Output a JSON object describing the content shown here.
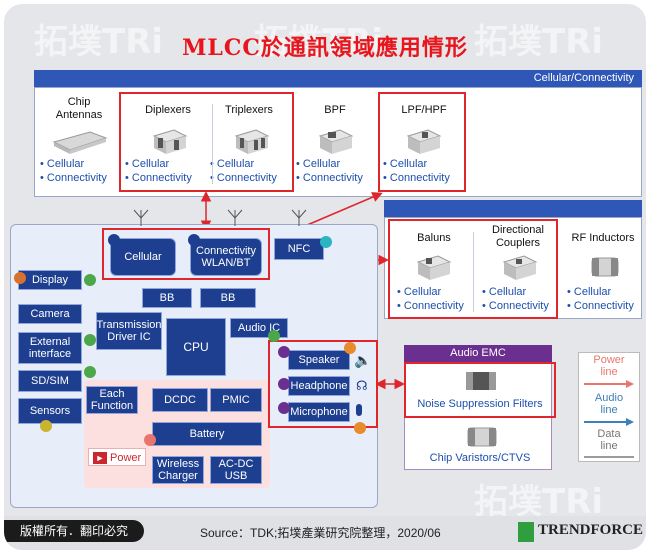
{
  "title": "MLCC於通訊領域應用情形",
  "watermark": "拓墣TRi",
  "cellular_bar": "Cellular/Connectivity",
  "components_top": [
    {
      "name": "Chip\nAntennas",
      "apps": [
        "Cellular",
        "Connectivity"
      ]
    },
    {
      "name": "Diplexers",
      "apps": [
        "Cellular",
        "Connectivity"
      ]
    },
    {
      "name": "Triplexers",
      "apps": [
        "Cellular",
        "Connectivity"
      ]
    },
    {
      "name": "BPF",
      "apps": [
        "Cellular",
        "Connectivity"
      ]
    },
    {
      "name": "LPF/HPF",
      "apps": [
        "Cellular",
        "Connectivity"
      ]
    }
  ],
  "components_mid": [
    {
      "name": "Baluns",
      "apps": [
        "Cellular",
        "Connectivity"
      ]
    },
    {
      "name": "Directional\nCouplers",
      "apps": [
        "Cellular",
        "Connectivity"
      ]
    },
    {
      "name": "RF Inductors",
      "apps": [
        "Cellular",
        "Connectivity"
      ]
    }
  ],
  "block": {
    "cellular": "Cellular",
    "connectivity": "Connectivity\nWLAN/BT",
    "nfc": "NFC",
    "bb1": "BB",
    "bb2": "BB",
    "transmission": "Transmission\nDriver IC",
    "cpu": "CPU",
    "audio_ic": "Audio IC",
    "display": "Display",
    "camera": "Camera",
    "external": "External\ninterface",
    "sdsim": "SD/SIM",
    "sensors": "Sensors",
    "each_function": "Each\nFunction",
    "dcdc": "DCDC",
    "pmic": "PMIC",
    "battery": "Battery",
    "power": "Power",
    "wireless": "Wireless\nCharger",
    "acdc": "AC-DC\nUSB",
    "speaker": "Speaker",
    "headphone": "Headphone",
    "microphone": "Microphone"
  },
  "audio_emc": {
    "bar": "Audio EMC",
    "noise": "Noise Suppression Filters",
    "varistor": "Chip Varistors/CTVS"
  },
  "legend": {
    "power": "Power\nline",
    "audio": "Audio\nline",
    "data": "Data\nline"
  },
  "colors": {
    "power": "#e8766f",
    "audio": "#3d7fb8",
    "data": "#9b9b9b",
    "accent_red": "#e0262d",
    "navy": "#1e3f8f",
    "purple": "#6b2f8f"
  },
  "footer": {
    "copyright": "版權所有．翻印必究",
    "source": "Source：TDK;拓墣產業研究院整理，2020/06",
    "brand": "TRENDFORCE"
  }
}
